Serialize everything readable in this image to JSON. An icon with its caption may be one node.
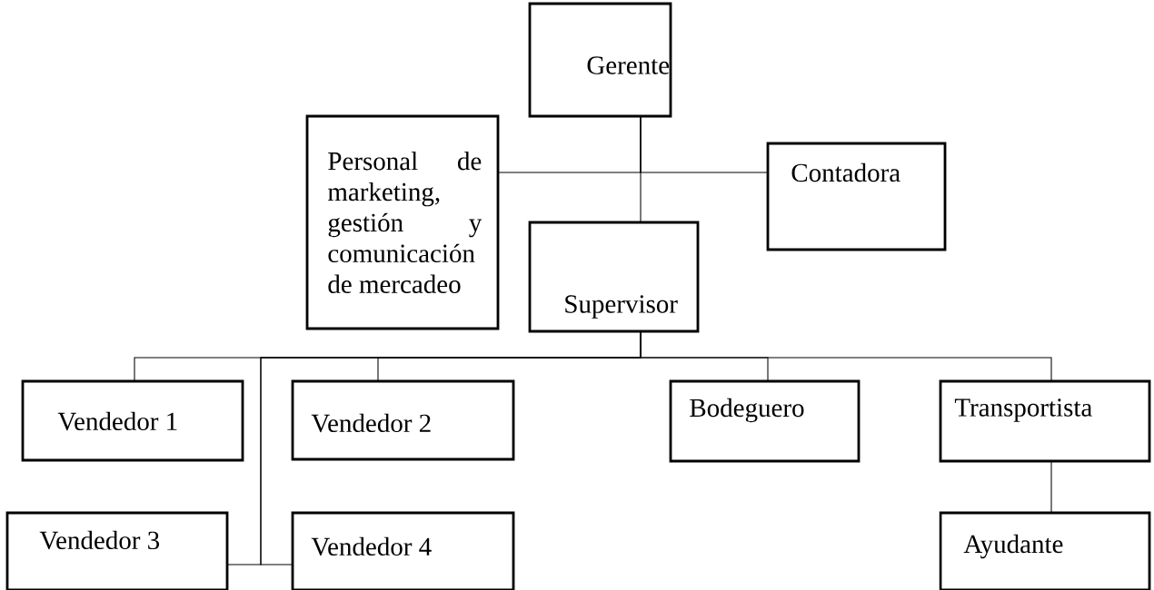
{
  "diagram": {
    "nodes": [
      {
        "text": [
          "Gerente"
        ]
      },
      {
        "text": [
          "Personal de marketing, gestión y comunicación de mercadeo"
        ]
      },
      {
        "text": [
          "Contadora"
        ]
      },
      {
        "text": [
          "Supervisor"
        ]
      },
      {
        "text": [
          "Vendedor 1"
        ]
      },
      {
        "text": [
          "Vendedor 2"
        ]
      },
      {
        "text": [
          "Bodeguero"
        ]
      },
      {
        "text": [
          "Transportista"
        ]
      },
      {
        "text": [
          "Vendedor 3"
        ]
      },
      {
        "text": [
          "Vendedor 4"
        ]
      },
      {
        "text": [
          "Ayudante"
        ]
      }
    ],
    "edges": [
      {
        "from": 0,
        "to": 1,
        "arrow": "none"
      },
      {
        "from": 0,
        "to": 2,
        "arrow": "none"
      },
      {
        "from": 0,
        "to": 3,
        "arrow": "none"
      },
      {
        "from": 3,
        "to": 4,
        "arrow": "none"
      },
      {
        "from": 3,
        "to": 5,
        "arrow": "none"
      },
      {
        "from": 3,
        "to": 6,
        "arrow": "none"
      },
      {
        "from": 3,
        "to": 7,
        "arrow": "none"
      },
      {
        "from": 3,
        "to": 8,
        "arrow": "none"
      },
      {
        "from": 3,
        "to": 9,
        "arrow": "none"
      },
      {
        "from": 7,
        "to": 10,
        "arrow": "none"
      }
    ]
  }
}
